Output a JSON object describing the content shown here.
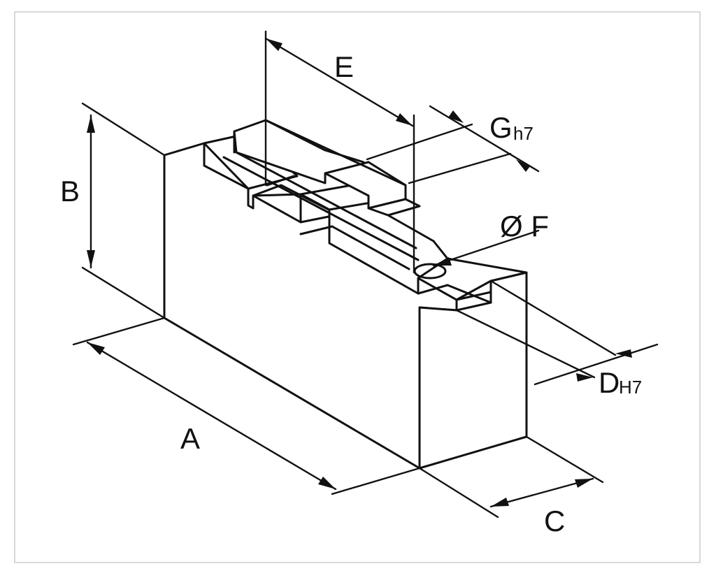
{
  "labels": {
    "A": "A",
    "B": "B",
    "C": "C",
    "E": "E",
    "F": "Ø F",
    "G": "G",
    "G_sub": "h7",
    "D": "D",
    "D_sub": "H7"
  }
}
